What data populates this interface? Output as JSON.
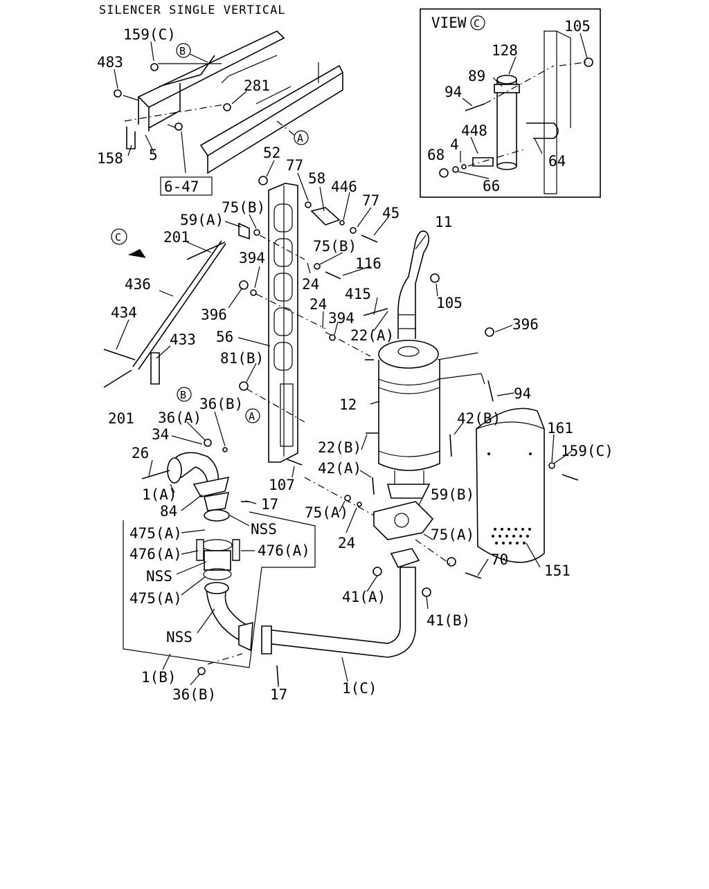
{
  "title": "SILENCER SINGLE VERTICAL",
  "view_box_title": "VIEW",
  "circled_letters": {
    "view": "C",
    "a": "A",
    "b": "B",
    "c": "C"
  },
  "ref_box": "6-47",
  "labels": {
    "p159c_top": "159(C)",
    "p483": "483",
    "p281": "281",
    "p158": "158",
    "p5": "5",
    "p52": "52",
    "p77a": "77",
    "p58": "58",
    "p446": "446",
    "p77b": "77",
    "p45": "45",
    "p59a": "59(A)",
    "p75b_1": "75(B)",
    "p201_top": "201",
    "p75b_2": "75(B)",
    "p116": "116",
    "p394a": "394",
    "p24a": "24",
    "p436": "436",
    "p396a": "396",
    "p24b": "24",
    "p394b": "394",
    "p434": "434",
    "p433": "433",
    "p56": "56",
    "p22a": "22(A)",
    "p415": "415",
    "p105_main": "105",
    "p11": "11",
    "p396b": "396",
    "p81b": "81(B)",
    "p12": "12",
    "p94_main": "94",
    "p201_bot": "201",
    "p36b_top": "36(B)",
    "p36a": "36(A)",
    "p34": "34",
    "p26": "26",
    "p42b": "42(B)",
    "p161": "161",
    "p159c_right": "159(C)",
    "p22b": "22(B)",
    "p42a": "42(A)",
    "p1a": "1(A)",
    "p107": "107",
    "p17a": "17",
    "p84": "84",
    "p59b": "59(B)",
    "p75a_1": "75(A)",
    "p475a_1": "475(A)",
    "nss_1": "NSS",
    "p476a_1": "476(A)",
    "p476a_2": "476(A)",
    "p24c": "24",
    "p75a_2": "75(A)",
    "nss_2": "NSS",
    "p475a_2": "475(A)",
    "p70": "70",
    "p151": "151",
    "p41a": "41(A)",
    "p41b": "41(B)",
    "nss_3": "NSS",
    "p1b": "1(B)",
    "p36b_bot": "36(B)",
    "p17b": "17",
    "p1c": "1(C)",
    "v105": "105",
    "v128": "128",
    "v89": "89",
    "v94": "94",
    "v448": "448",
    "v4": "4",
    "v68": "68",
    "v64": "64",
    "v66": "66"
  }
}
